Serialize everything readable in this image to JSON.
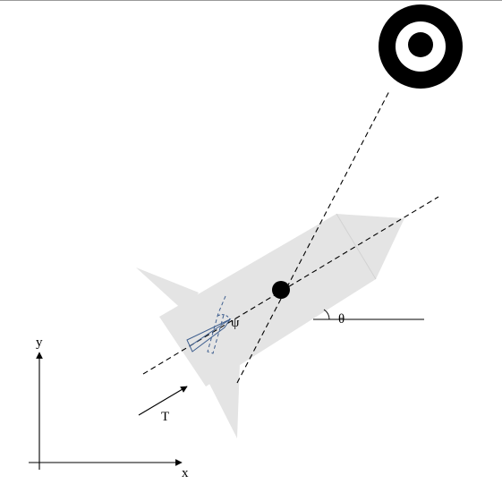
{
  "labels": {
    "y_axis": "y",
    "x_axis": "x",
    "thrust": "T",
    "pitch_angle": "θ",
    "gimbal_angle": "ψ"
  },
  "colors": {
    "rocket_body": "#e4e4e4",
    "target_ring": "#000000",
    "target_inner": "#ffffff",
    "nozzle": "#3f5f8f",
    "lines": "#000000"
  },
  "icons": {
    "target": "bullseye-icon",
    "center_of_mass": "filled-circle-icon"
  }
}
